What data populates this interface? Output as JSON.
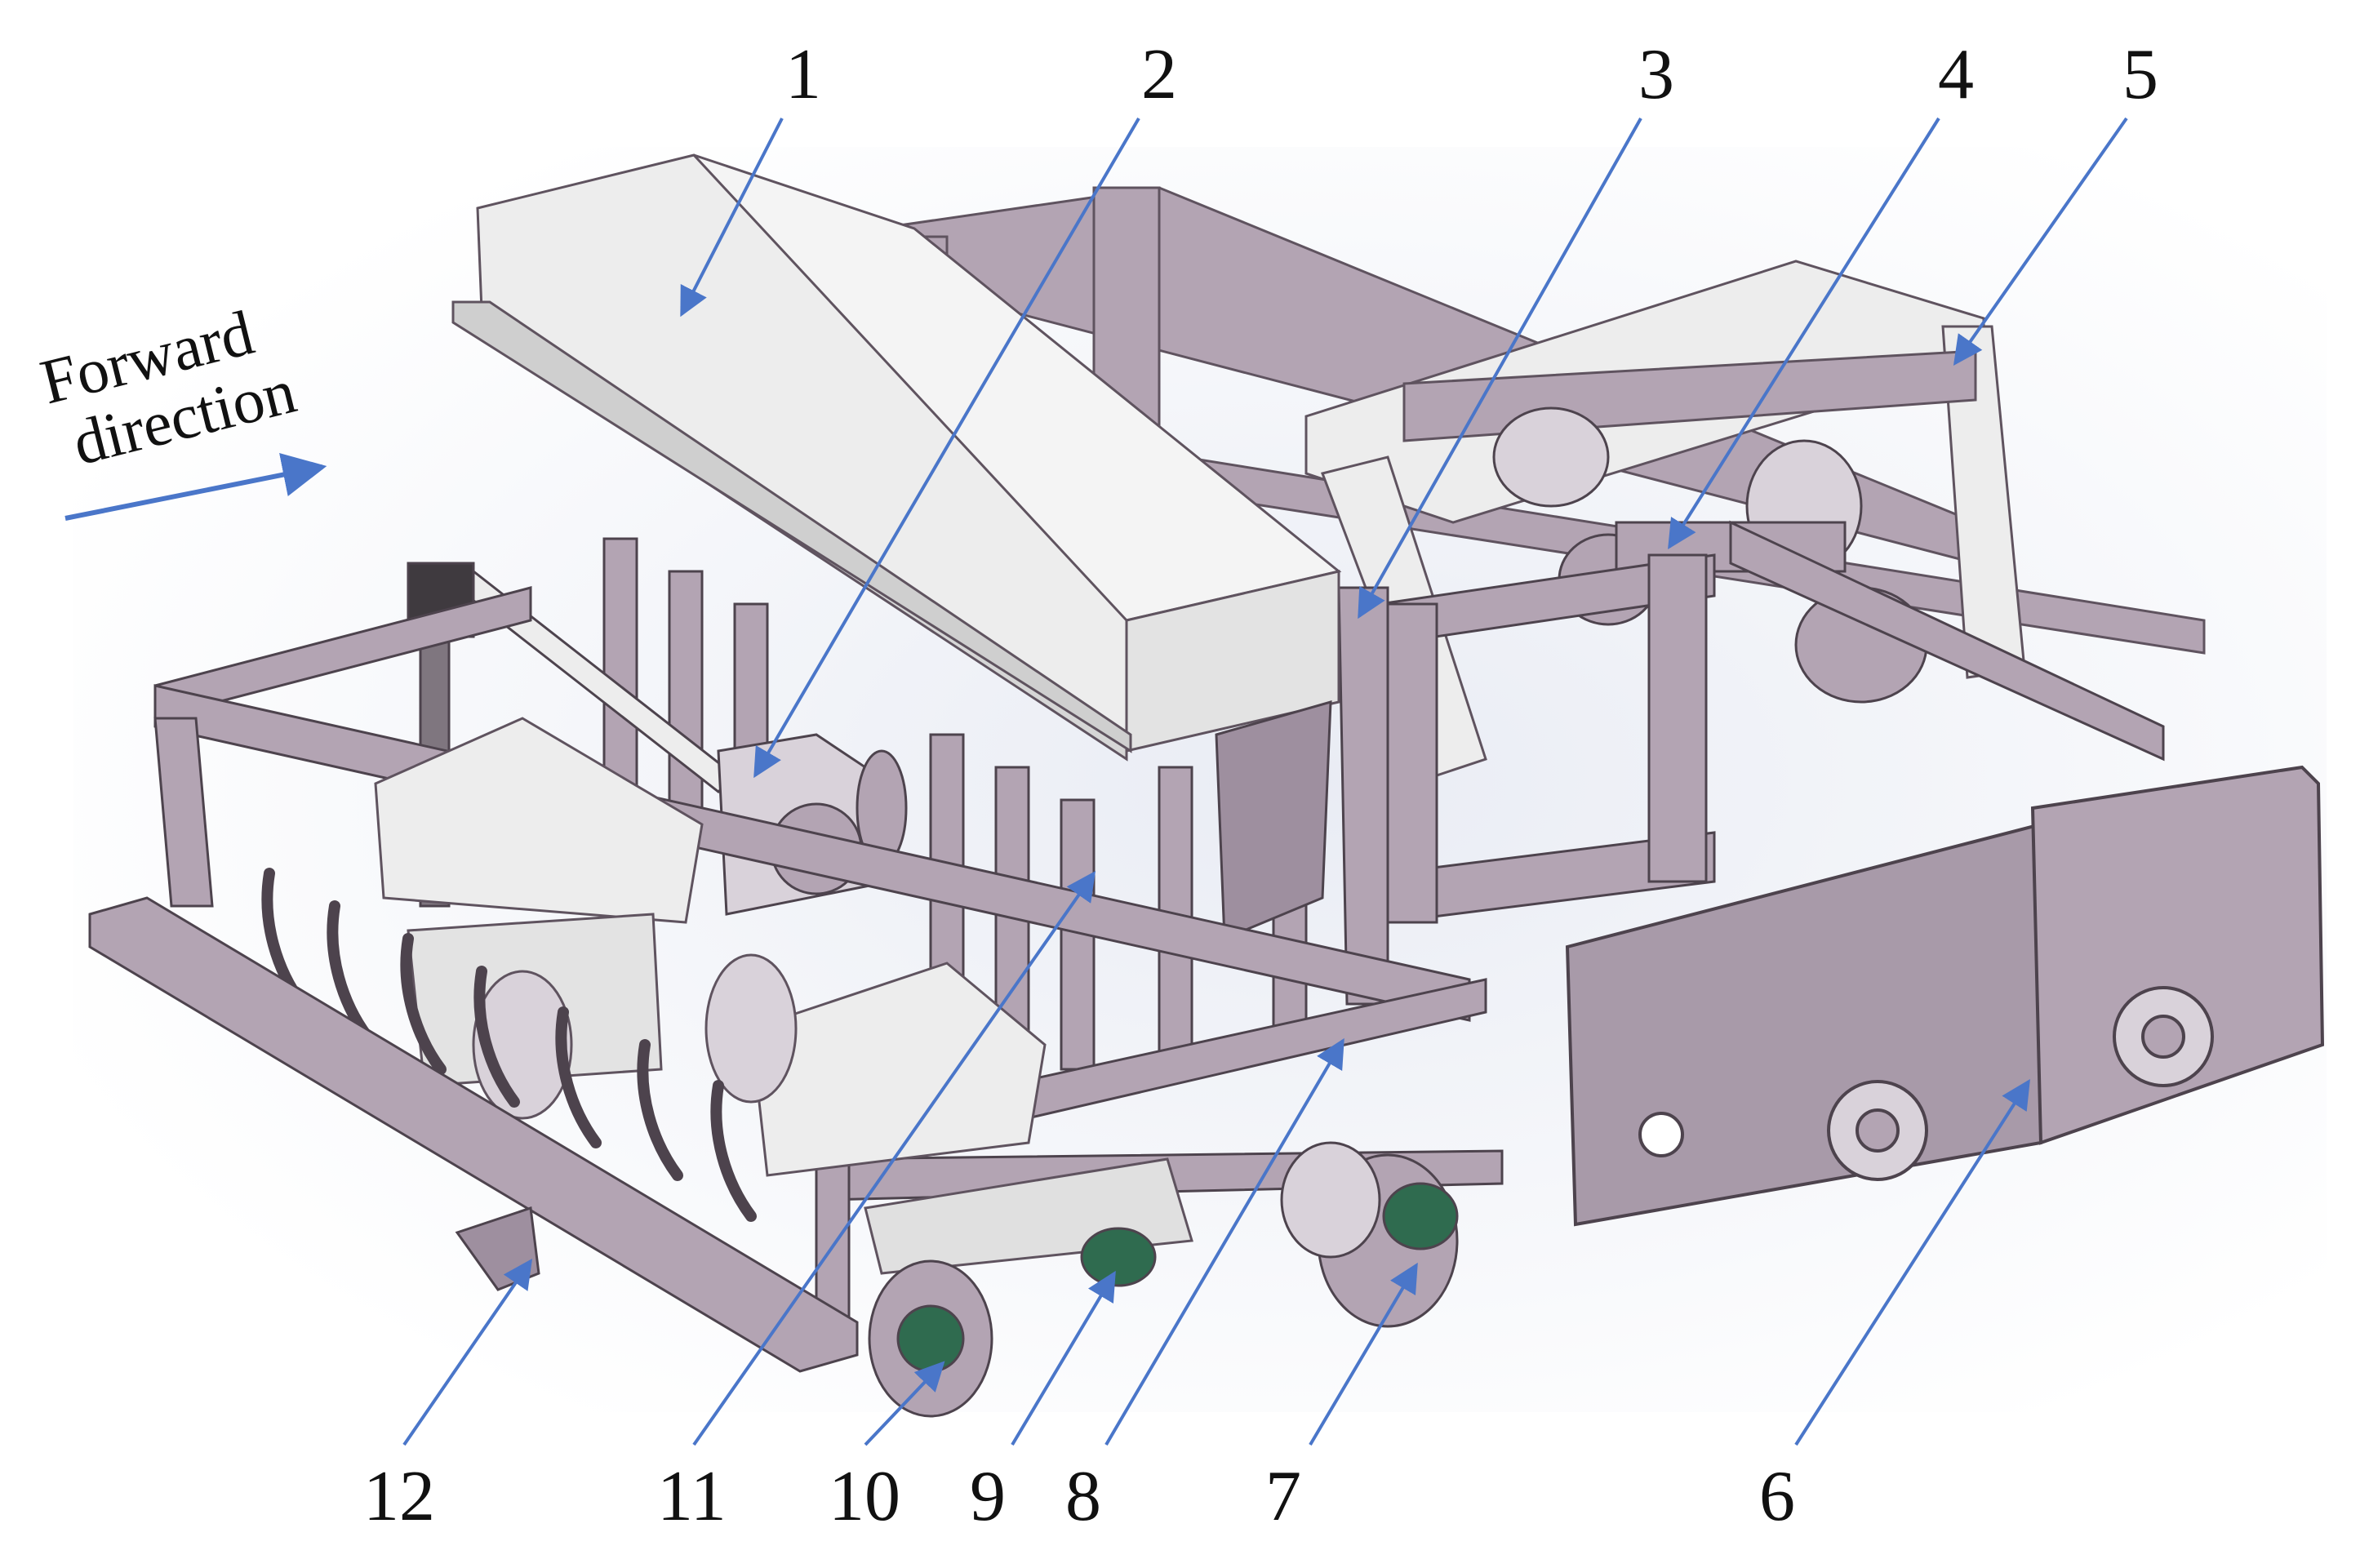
{
  "labels": {
    "l1": "1",
    "l2": "2",
    "l3": "3",
    "l4": "4",
    "l5": "5",
    "l6": "6",
    "l7": "7",
    "l8": "8",
    "l9": "9",
    "l10": "10",
    "l11": "11",
    "l12": "12"
  },
  "direction": {
    "line1": "Forward",
    "line2": "direction"
  },
  "colors": {
    "frame": "#b3a4b3",
    "frame_dark": "#8f7f90",
    "panel": "#ededed",
    "panel_shade": "#d6d6d6",
    "background_glow": "#e8ebf3",
    "leader": "#4a76c9",
    "bearing_green": "#2f6b4f"
  }
}
